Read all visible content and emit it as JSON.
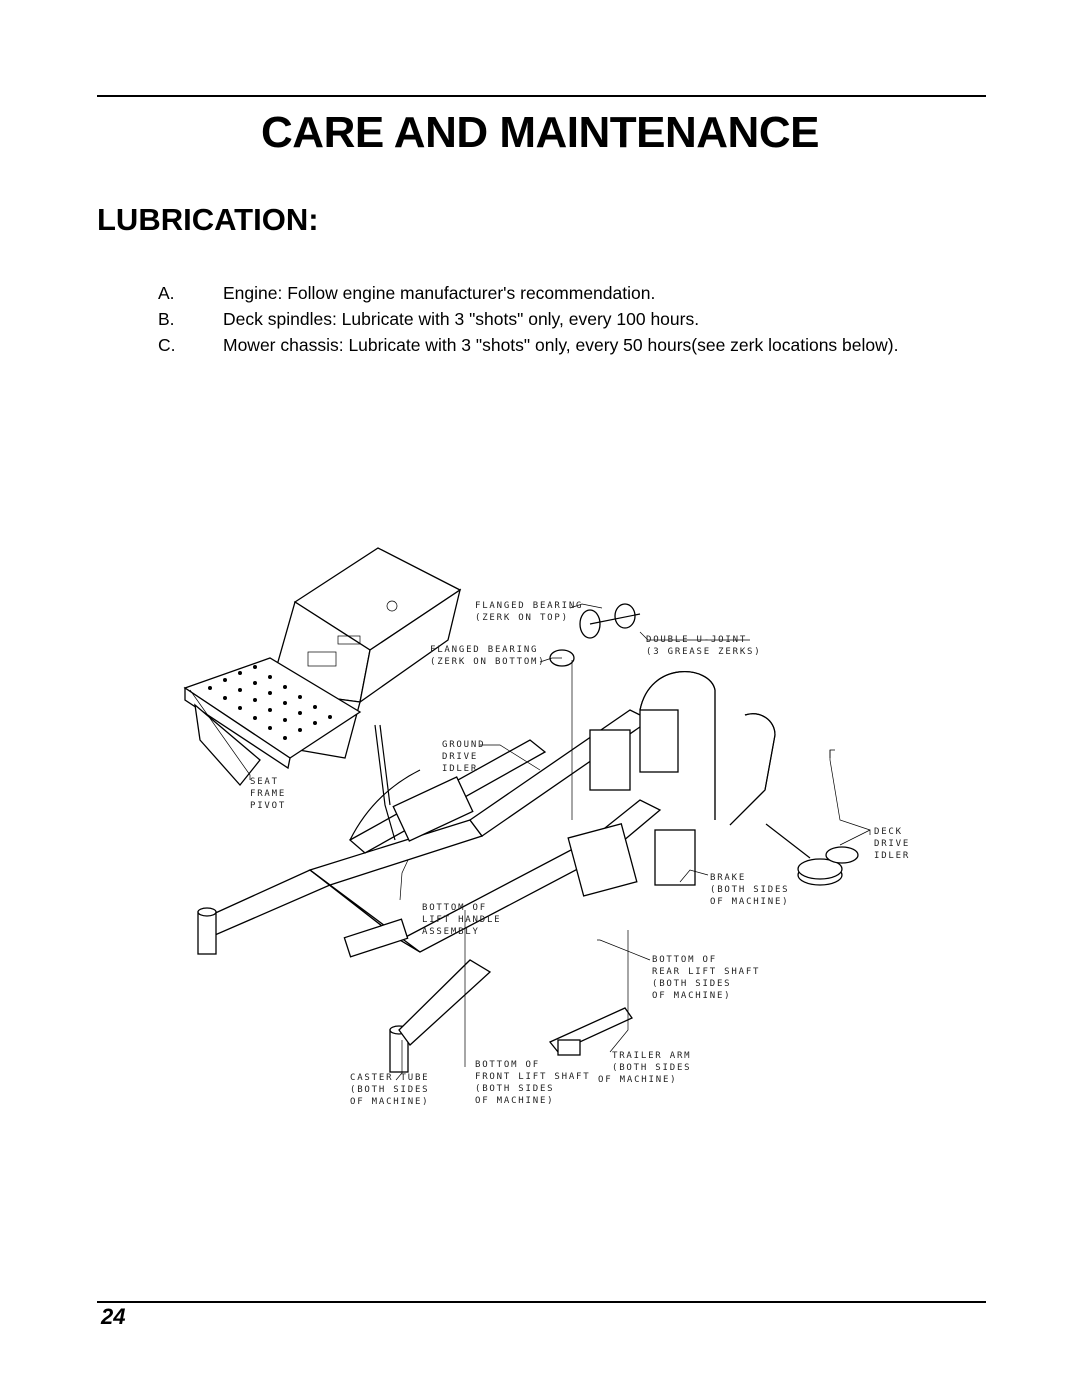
{
  "page": {
    "title": "CARE AND MAINTENANCE",
    "section_heading": "LUBRICATION:",
    "page_number": "24"
  },
  "instructions": [
    {
      "letter": "A.",
      "text": "Engine: Follow engine manufacturer's recommendation."
    },
    {
      "letter": "B.",
      "text": "Deck spindles:  Lubricate with 3 \"shots\" only, every 100 hours."
    },
    {
      "letter": "C.",
      "text": "Mower chassis:  Lubricate with 3 \"shots\" only, every 50 hours(see zerk  locations below)."
    }
  ],
  "diagram": {
    "callouts": {
      "flanged_top": [
        "FLANGED BEARING",
        "(ZERK ON TOP)"
      ],
      "flanged_bottom": [
        "FLANGED BEARING",
        "(ZERK ON BOTTOM)"
      ],
      "double_ujoint": [
        "DOUBLE U-JOINT",
        "(3 GREASE ZERKS)"
      ],
      "ground_drive": [
        "GROUND",
        "DRIVE",
        "IDLER"
      ],
      "seat_frame": [
        "SEAT",
        "FRAME",
        "PIVOT"
      ],
      "deck_drive": [
        "DECK",
        "DRIVE",
        "IDLER"
      ],
      "brake": [
        "BRAKE",
        "(BOTH SIDES",
        "OF MACHINE)"
      ],
      "lift_handle": [
        "BOTTOM OF",
        "LIFT HANDLE",
        "ASSEMBLY"
      ],
      "rear_lift": [
        "BOTTOM OF",
        "REAR LIFT SHAFT",
        "(BOTH SIDES",
        "OF MACHINE)"
      ],
      "trailer_arm": [
        "TRAILER ARM",
        "(BOTH SIDES",
        "OF MACHINE)"
      ],
      "front_lift": [
        "BOTTOM OF",
        "FRONT LIFT SHAFT",
        "(BOTH SIDES",
        "OF MACHINE)"
      ],
      "caster_tube": [
        "CASTER TUBE",
        "(BOTH SIDES",
        "OF MACHINE)"
      ]
    }
  }
}
